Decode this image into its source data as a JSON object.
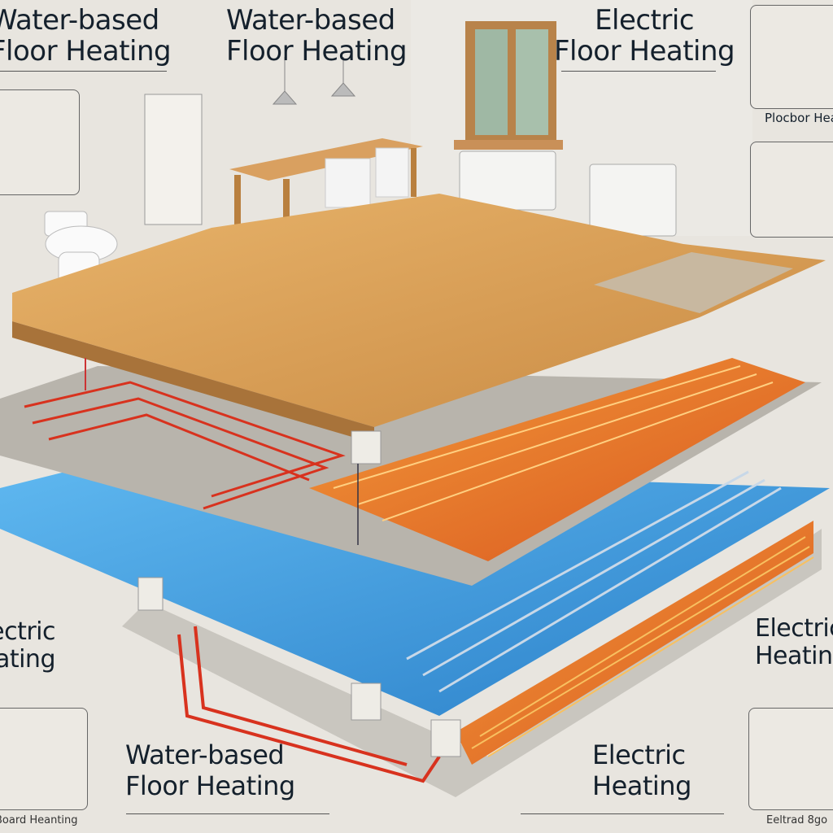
{
  "labels": {
    "top_left": {
      "line1": "Water-based",
      "line2": "Floor Heating"
    },
    "top_center": {
      "line1": "Water-based",
      "line2": "Floor Heating"
    },
    "top_right": {
      "line1": "Electric",
      "line2": "Floor Heating"
    },
    "right_panel_caption": "Plocbor Heating",
    "right_middle": {
      "line1": "Electric",
      "line2": "Heating"
    },
    "left_middle": {
      "line1": "Electric",
      "line2": "Heating"
    },
    "bottom_center": {
      "line1": "Water-based",
      "line2": "Floor Heating"
    },
    "bottom_right": {
      "line1": "Electric",
      "line2": "Heating"
    },
    "bottom_left_caption": "Board Heanting",
    "bottom_right_caption": "Eeltrad 8go"
  },
  "colors": {
    "wall": "#e8e5df",
    "wood": "#d9a05a",
    "water_layer": "#3f9fe0",
    "electric_layer": "#e0742a",
    "pipe_red": "#d8321e",
    "text": "#14202c"
  }
}
